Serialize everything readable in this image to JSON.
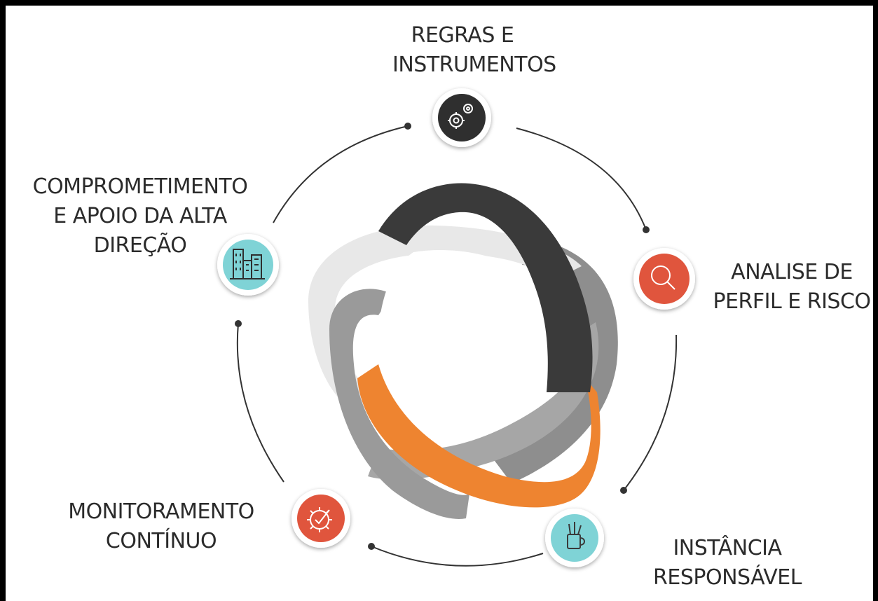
{
  "nodes": {
    "regras": {
      "line1": "REGRAS E",
      "line2": "INSTRUMENTOS",
      "icon": "gears-icon",
      "color": "#2f2f2f"
    },
    "analise": {
      "line1": "ANALISE DE",
      "line2": "PERFIL E RISCO",
      "icon": "magnifier-icon",
      "color": "#e0553d"
    },
    "instancia": {
      "line1": "INSTÂNCIA",
      "line2": "RESPONSÁVEL",
      "icon": "desk-cup-icon",
      "color": "#7fd3d6"
    },
    "monitor": {
      "line1": "MONITORAMENTO",
      "line2": "CONTÍNUO",
      "icon": "gear-check-icon",
      "color": "#e0553d"
    },
    "compromisso": {
      "line1": "COMPROMETIMENTO",
      "line2": "E APOIO DA ALTA",
      "line3": "DIREÇÃO",
      "icon": "buildings-icon",
      "color": "#7fd3d6"
    }
  },
  "colors": {
    "ring_dark": "#3a3a3a",
    "ring_light": "#e6e6e6",
    "ring_mid": "#a9a9a9",
    "ring_orange": "#ee8430",
    "connector": "#333333"
  }
}
